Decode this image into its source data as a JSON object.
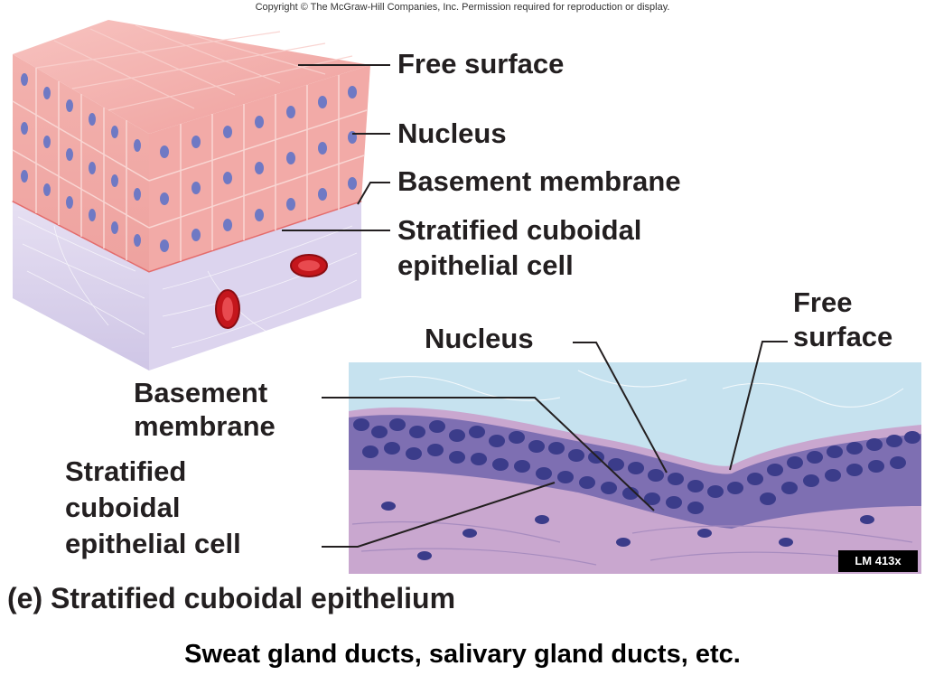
{
  "copyright": "Copyright © The McGraw-Hill Companies, Inc. Permission required for reproduction or display.",
  "drawing_labels": {
    "free_surface": "Free surface",
    "nucleus": "Nucleus",
    "basement_membrane": "Basement membrane",
    "cell_line1": "Stratified cuboidal",
    "cell_line2": "epithelial  cell"
  },
  "micrograph_labels": {
    "nucleus": "Nucleus",
    "free_line1": "Free",
    "free_line2": "surface",
    "basement_line1": "Basement",
    "basement_line2": "membrane",
    "cell_line1": "Stratified",
    "cell_line2": "cuboidal",
    "cell_line3": "epithelial cell",
    "magnification": "LM 413x"
  },
  "caption": "(e) Stratified cuboidal epithelium",
  "bottom_note": "Sweat gland ducts, salivary gland ducts, etc.",
  "colors": {
    "cell_pink": "#f0a8a6",
    "cell_top": "#f6b9b6",
    "nucleus_blue": "#6f79c4",
    "connective": "#d9d2ec",
    "micro_stain": "#3b3c8a",
    "micro_bg": "#c6e2ef"
  }
}
